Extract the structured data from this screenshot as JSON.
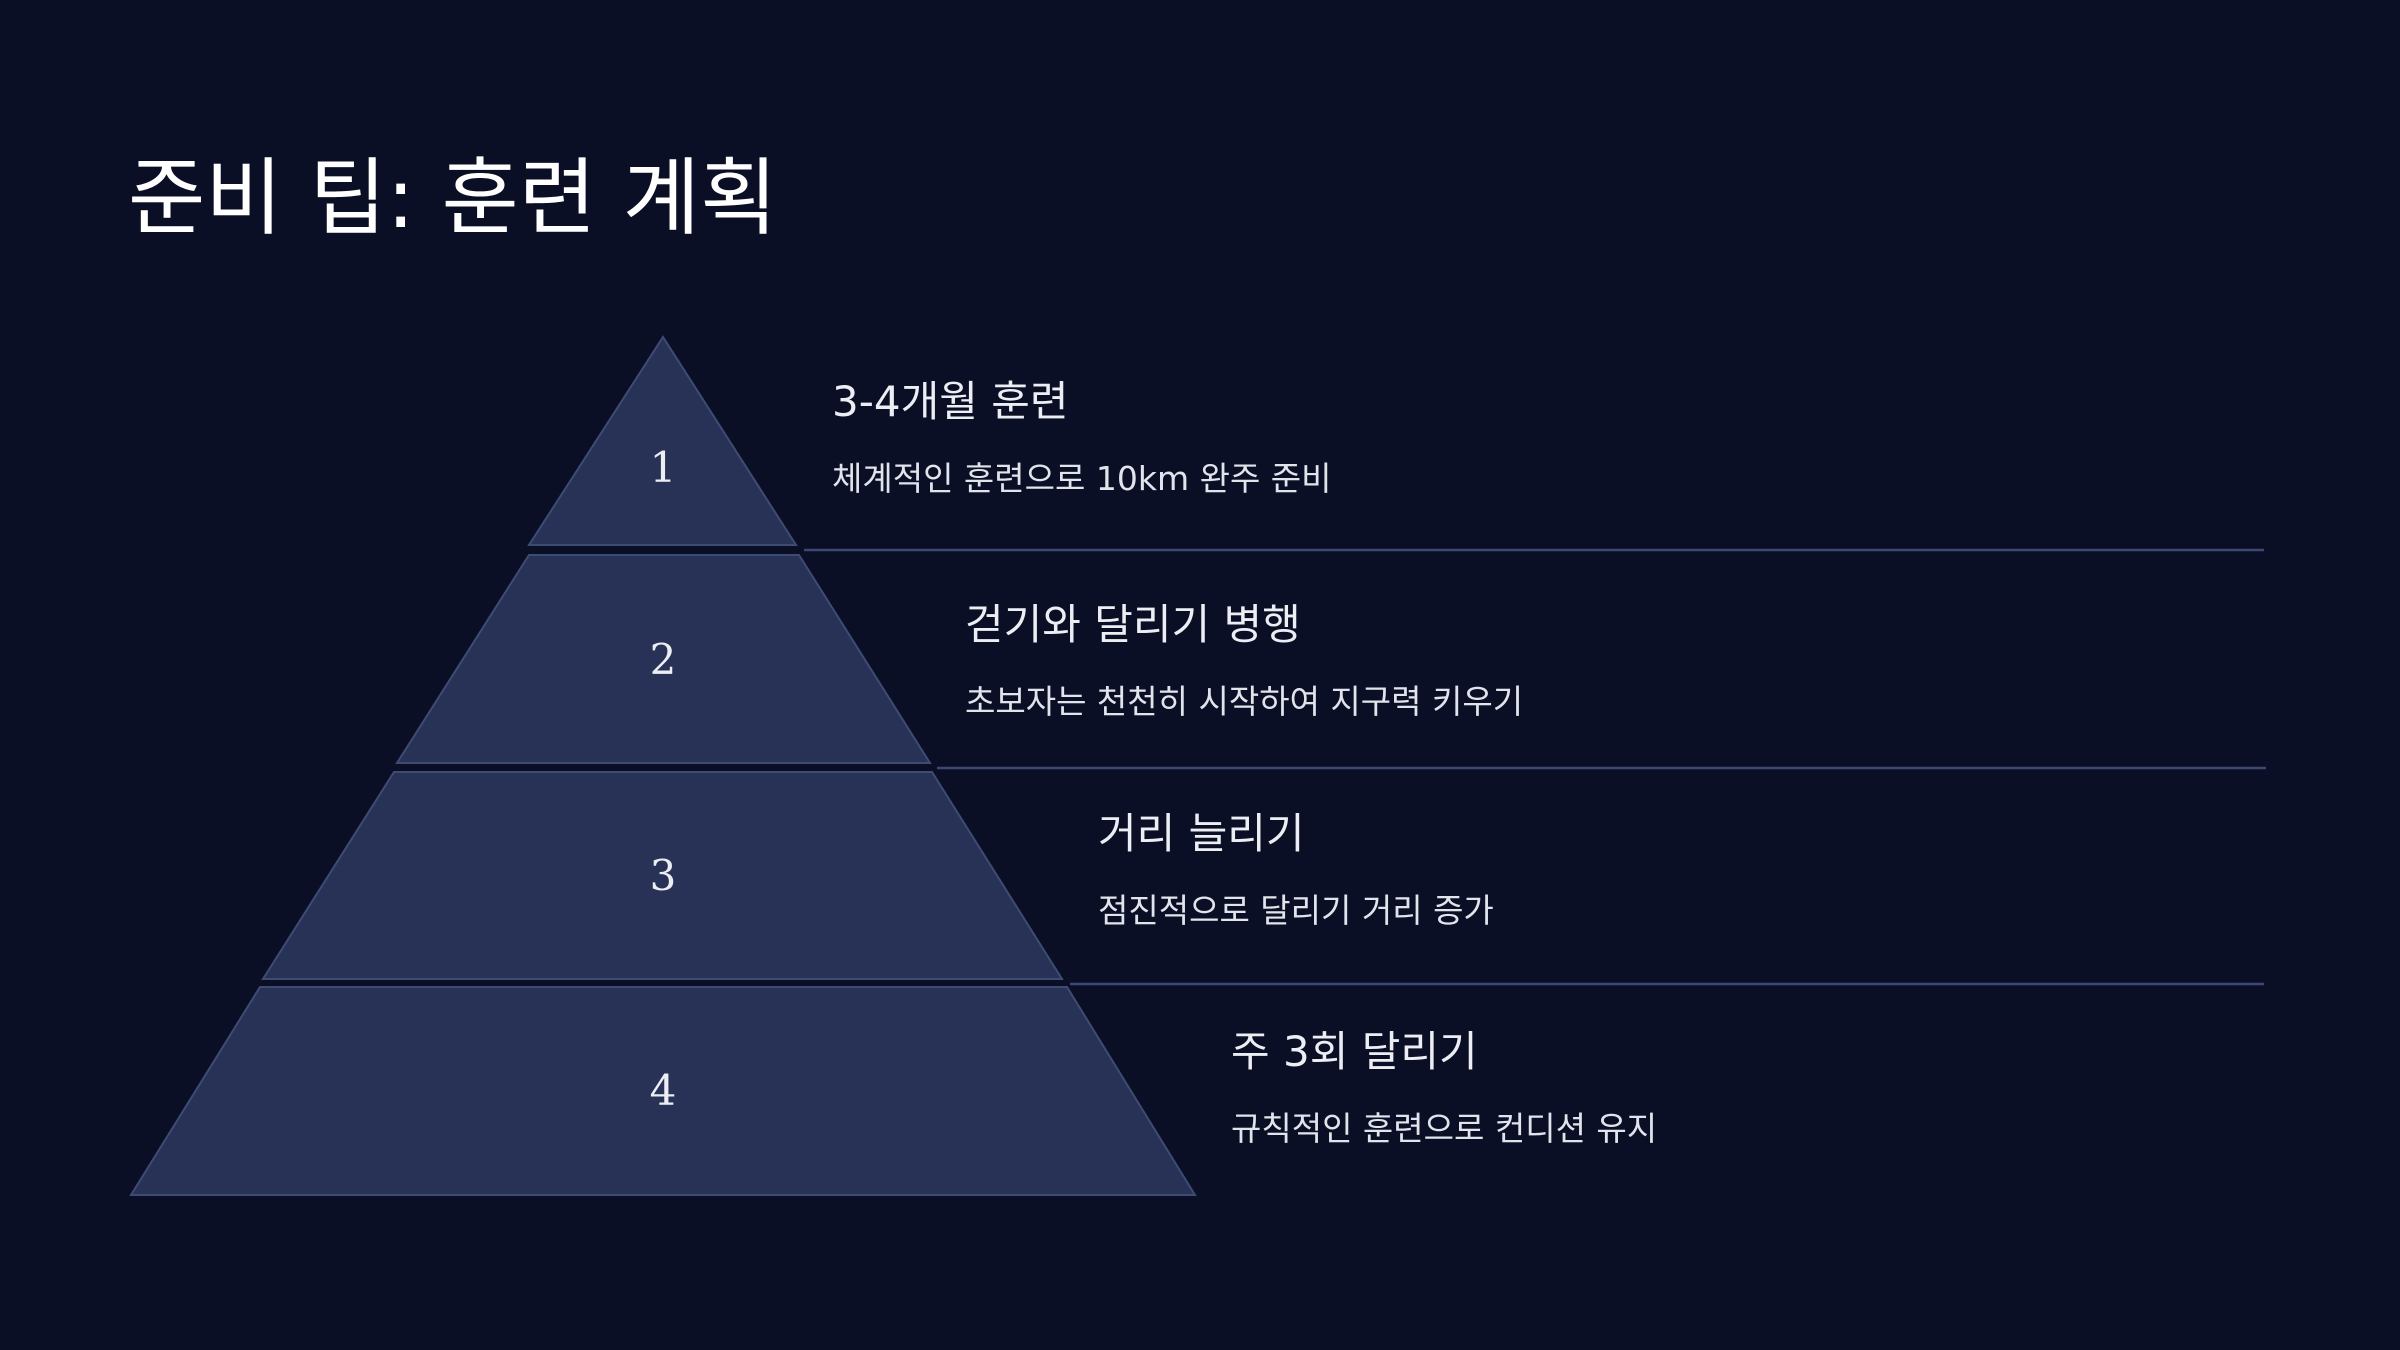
{
  "slide": {
    "title": "준비 팁: 훈련 계획",
    "colors": {
      "background": "#0a0f25",
      "tier_fill": "#283257",
      "tier_stroke": "#3e4b73",
      "divider": "#3c4870",
      "text": "#eceef4"
    }
  },
  "pyramid": {
    "tiers": [
      {
        "number": "1",
        "heading": "3-4개월 훈련",
        "description": "체계적인 훈련으로 10km 완주 준비"
      },
      {
        "number": "2",
        "heading": "걷기와 달리기 병행",
        "description": "초보자는 천천히 시작하여 지구력 키우기"
      },
      {
        "number": "3",
        "heading": "거리 늘리기",
        "description": "점진적으로 달리기 거리 증가"
      },
      {
        "number": "4",
        "heading": "주 3회 달리기",
        "description": "규칙적인 훈련으로 컨디션 유지"
      }
    ]
  }
}
